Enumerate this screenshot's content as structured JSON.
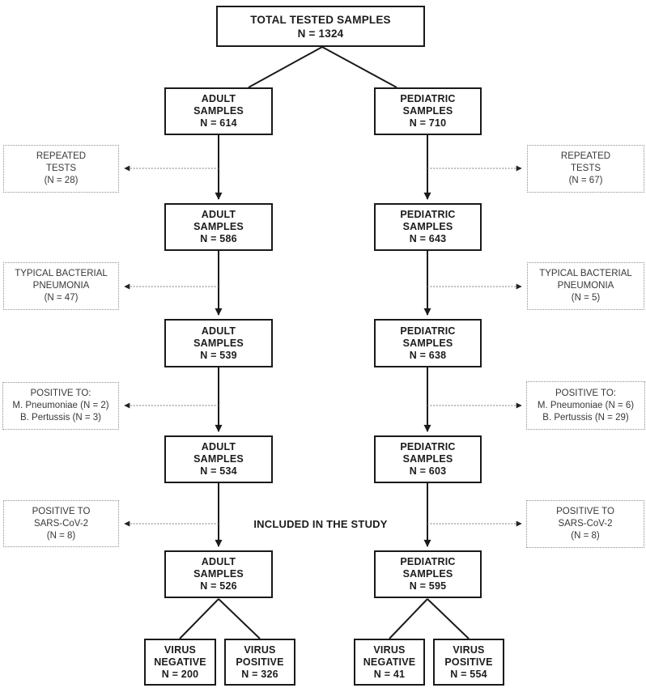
{
  "nodes": {
    "total": [
      "TOTAL TESTED SAMPLES",
      "N = 1324"
    ],
    "adult1": [
      "ADULT",
      "SAMPLES",
      "N = 614"
    ],
    "ped1": [
      "PEDIATRIC",
      "SAMPLES",
      "N = 710"
    ],
    "left_repeated": [
      "REPEATED",
      "TESTS",
      "(N = 28)"
    ],
    "right_repeated": [
      "REPEATED",
      "TESTS",
      "(N = 67)"
    ],
    "adult2": [
      "ADULT",
      "SAMPLES",
      "N = 586"
    ],
    "ped2": [
      "PEDIATRIC",
      "SAMPLES",
      "N = 643"
    ],
    "left_pneumonia": [
      "TYPICAL BACTERIAL",
      "PNEUMONIA",
      "(N = 47)"
    ],
    "right_pneumonia": [
      "TYPICAL BACTERIAL",
      "PNEUMONIA",
      "(N = 5)"
    ],
    "adult3": [
      "ADULT",
      "SAMPLES",
      "N = 539"
    ],
    "ped3": [
      "PEDIATRIC",
      "SAMPLES",
      "N = 638"
    ],
    "left_positive": [
      "POSITIVE TO:",
      "M. Pneumoniae (N = 2)",
      "B. Pertussis (N = 3)"
    ],
    "right_positive": [
      "POSITIVE TO:",
      "M. Pneumoniae (N = 6)",
      "B. Pertussis (N = 29)"
    ],
    "adult4": [
      "ADULT",
      "SAMPLES",
      "N = 534"
    ],
    "ped4": [
      "PEDIATRIC",
      "SAMPLES",
      "N = 603"
    ],
    "left_sars": [
      "POSITIVE TO",
      "SARS-CoV-2",
      "(N = 8)"
    ],
    "right_sars": [
      "POSITIVE TO",
      "SARS-CoV-2",
      "(N = 8)"
    ],
    "adult5": [
      "ADULT",
      "SAMPLES",
      "N = 526"
    ],
    "ped5": [
      "PEDIATRIC",
      "SAMPLES",
      "N = 595"
    ],
    "adult_neg": [
      "VIRUS",
      "NEGATIVE",
      "N = 200"
    ],
    "adult_pos": [
      "VIRUS",
      "POSITIVE",
      "N = 326"
    ],
    "ped_neg": [
      "VIRUS",
      "NEGATIVE",
      "N = 41"
    ],
    "ped_pos": [
      "VIRUS",
      "POSITIVE",
      "N = 554"
    ]
  },
  "center_label": "INCLUDED IN THE STUDY",
  "colors": {
    "solid_line": "#1a1a1a",
    "dashed_line": "#7a7a7a",
    "solid_box_border": "#1a1a1a",
    "dashed_box_border": "#8f8f8f",
    "text": "#1c1c1c",
    "background": "#ffffff"
  }
}
